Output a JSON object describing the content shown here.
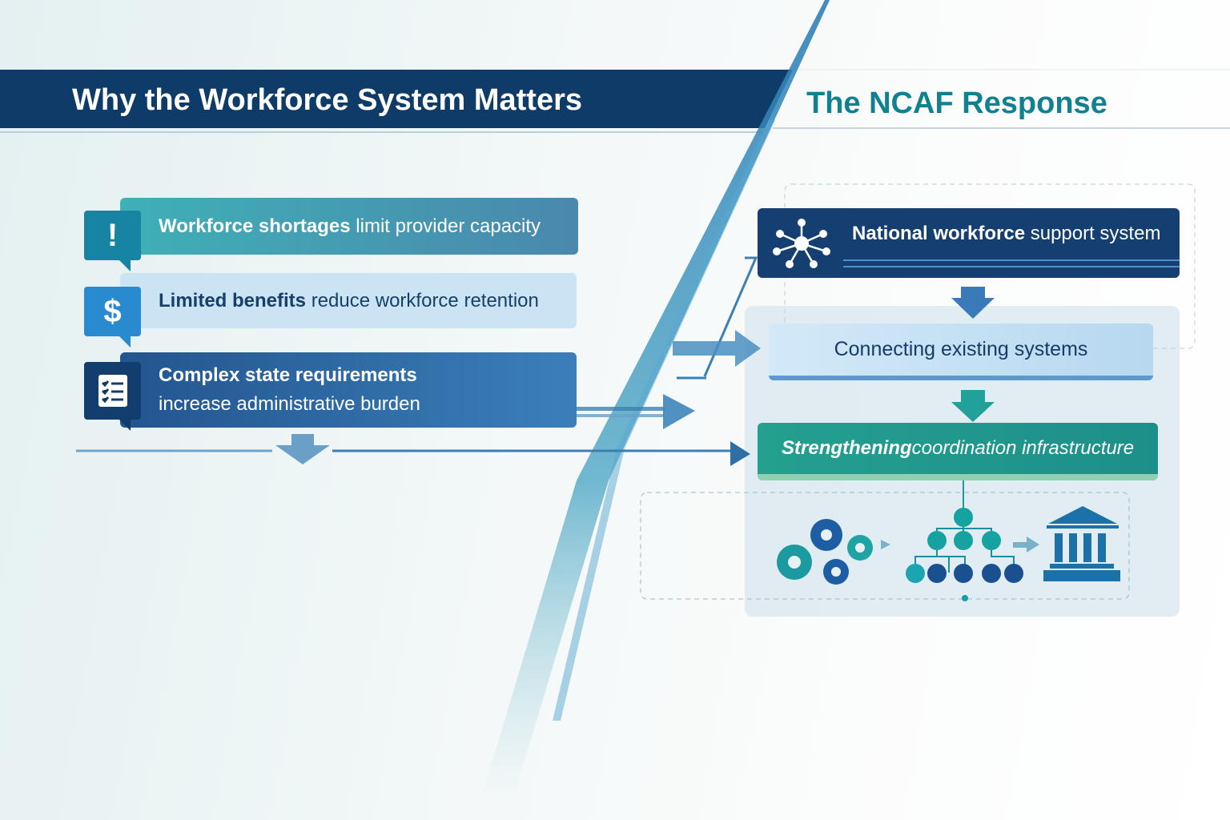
{
  "left": {
    "title": "Why the Workforce System Matters",
    "cards": [
      {
        "icon": "exclamation-icon",
        "icon_text": "!",
        "bold": "Workforce shortages",
        "rest": " limit provider capacity"
      },
      {
        "icon": "dollar-icon",
        "icon_text": "$",
        "bold": "Limited benefits",
        "rest": " reduce workforce retention"
      },
      {
        "icon": "checklist-icon",
        "bold": "Complex state requirements",
        "rest": "increase administrative burden"
      }
    ]
  },
  "right": {
    "title": "The NCAF Response",
    "steps": [
      {
        "icon": "network-hub-icon",
        "bold": "National workforce",
        "rest": " support system"
      },
      {
        "text": "Connecting existing systems"
      },
      {
        "bold": "Strengthening",
        "rest": " coordination infrastructure"
      }
    ],
    "bottom_icons": [
      "gears-icon",
      "hierarchy-icon",
      "government-building-icon"
    ]
  },
  "colors": {
    "navy": "#133f6e",
    "teal": "#1f9a8e",
    "title_teal": "#11808f",
    "light_blue": "#c9e2f4"
  }
}
